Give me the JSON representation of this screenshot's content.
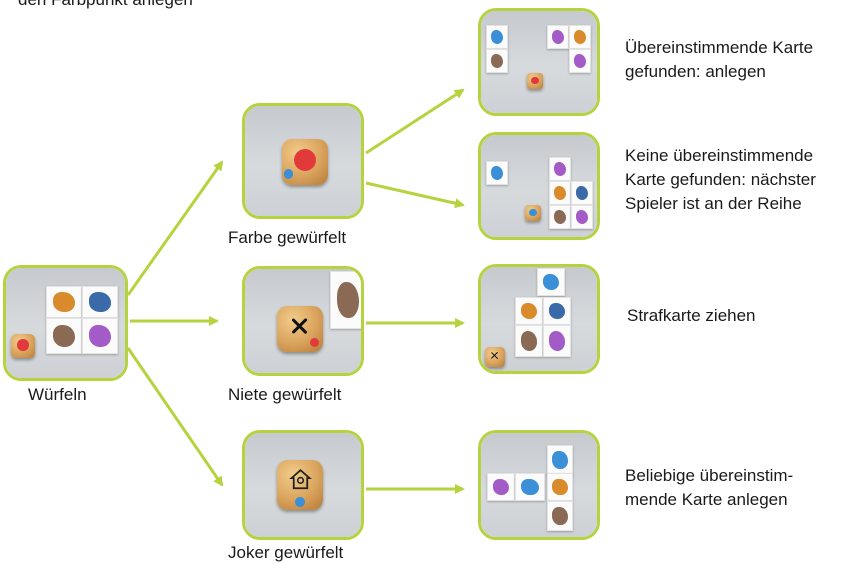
{
  "intro_text": "den Farbpunkt anlegen",
  "nodes": {
    "start": "Würfeln",
    "color": "Farbe gewürfelt",
    "blank": "Niete gewürfelt",
    "joker": "Joker gewürfelt"
  },
  "outcomes": {
    "match_line1": "Übereinstimmende Karte",
    "match_line2": "gefunden: anlegen",
    "nomatch_line1": "Keine übereinstimmende",
    "nomatch_line2": "Karte gefunden: nächster",
    "nomatch_line3": "Spieler ist an der Reihe",
    "penalty": "Strafkarte ziehen",
    "any_line1": "Beliebige übereinstim-",
    "any_line2": "mende Karte anlegen"
  },
  "colors": {
    "frame": "#b5d33f",
    "arrow": "#b5d33f"
  },
  "icons": {
    "die_face_color": "red-dot-die-icon",
    "die_face_blank": "x-mark-die-icon",
    "die_face_joker": "birdhouse-die-icon"
  }
}
